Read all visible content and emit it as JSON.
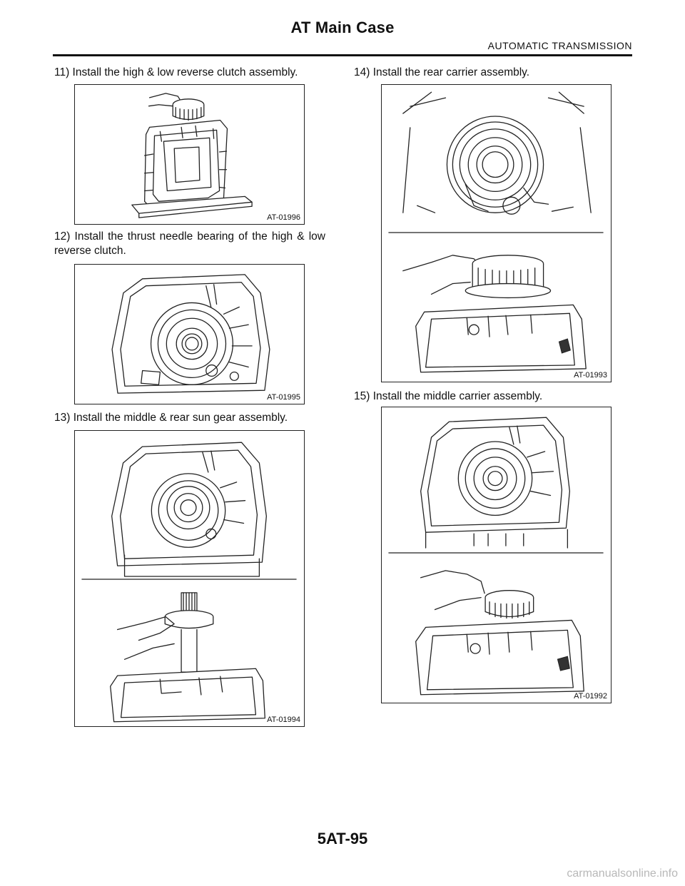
{
  "header": {
    "title": "AT Main Case",
    "section": "AUTOMATIC TRANSMISSION"
  },
  "steps": [
    {
      "text": "11) Install the high & low reverse clutch assembly."
    },
    {
      "text": "12) Install the thrust needle bearing of the high & low reverse clutch."
    },
    {
      "text": "13) Install the middle & rear sun gear assembly."
    },
    {
      "text": "14) Install the rear carrier assembly."
    },
    {
      "text": "15) Install the middle carrier assembly."
    }
  ],
  "figures": [
    {
      "code": "AT-01996"
    },
    {
      "code": "AT-01995"
    },
    {
      "code": "AT-01994"
    },
    {
      "code": "AT-01993"
    },
    {
      "code": "AT-01992"
    }
  ],
  "footer": {
    "page_number": "5AT-95",
    "watermark": "carmanualsonline.info"
  }
}
